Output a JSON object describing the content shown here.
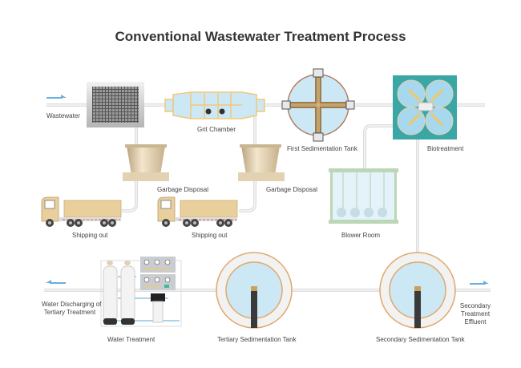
{
  "title": "Conventional Wastewater Treatment Process",
  "labels": {
    "wastewater": "Wastewater",
    "grit_chamber": "Grit Chamber",
    "first_sedimentation_tank": "First Sedimentation Tank",
    "biotreatment": "Biotreatment",
    "garbage_disposal_1": "Garbage Disposal",
    "garbage_disposal_2": "Garbage Disposal",
    "shipping_out_1": "Shipping out",
    "shipping_out_2": "Shipping out",
    "blower_room": "Blower Room",
    "water_discharging_line1": "Water Discharging of",
    "water_discharging_line2": "Tertiary Treatment",
    "water_treatment": "Water Treatment",
    "tertiary_sedimentation_tank": "Tertiary Sedimentation Tank",
    "secondary_sedimentation_tank": "Secondary Sedimentation Tank",
    "secondary_effluent_line1": "Secondary",
    "secondary_effluent_line2": "Treatment",
    "secondary_effluent_line3": "Effluent"
  },
  "colors": {
    "pipe": "#dcdcdc",
    "arrow": "#6aaee0",
    "water": "#cde8f5",
    "tan": "#e8cf9c",
    "teal": "#3aa6a6",
    "green_frame": "#bcd6b8",
    "ring": "#e0a86a"
  }
}
